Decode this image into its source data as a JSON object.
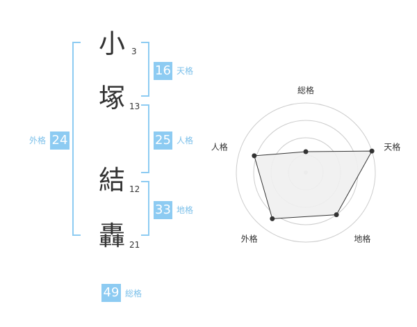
{
  "name_chars": [
    {
      "char": "小",
      "strokes": "3"
    },
    {
      "char": "塚",
      "strokes": "13"
    },
    {
      "char": "結",
      "strokes": "12"
    },
    {
      "char": "轟",
      "strokes": "21"
    }
  ],
  "kaku": {
    "tenkaku": {
      "value": "16",
      "label": "天格"
    },
    "jinkaku": {
      "value": "25",
      "label": "人格"
    },
    "chikaku": {
      "value": "33",
      "label": "地格"
    },
    "gaikaku": {
      "value": "24",
      "label": "外格"
    },
    "soukaku": {
      "value": "49",
      "label": "総格"
    }
  },
  "colors": {
    "accent": "#8dcbf2",
    "accent_text": "#7cc0ea",
    "text": "#333333"
  },
  "chart_data": {
    "type": "radar",
    "axes": [
      "総格",
      "天格",
      "地格",
      "外格",
      "人格"
    ],
    "values": [
      0.3,
      1.0,
      0.75,
      0.82,
      0.78
    ],
    "range": [
      0,
      1
    ],
    "grid_rings": 4
  }
}
